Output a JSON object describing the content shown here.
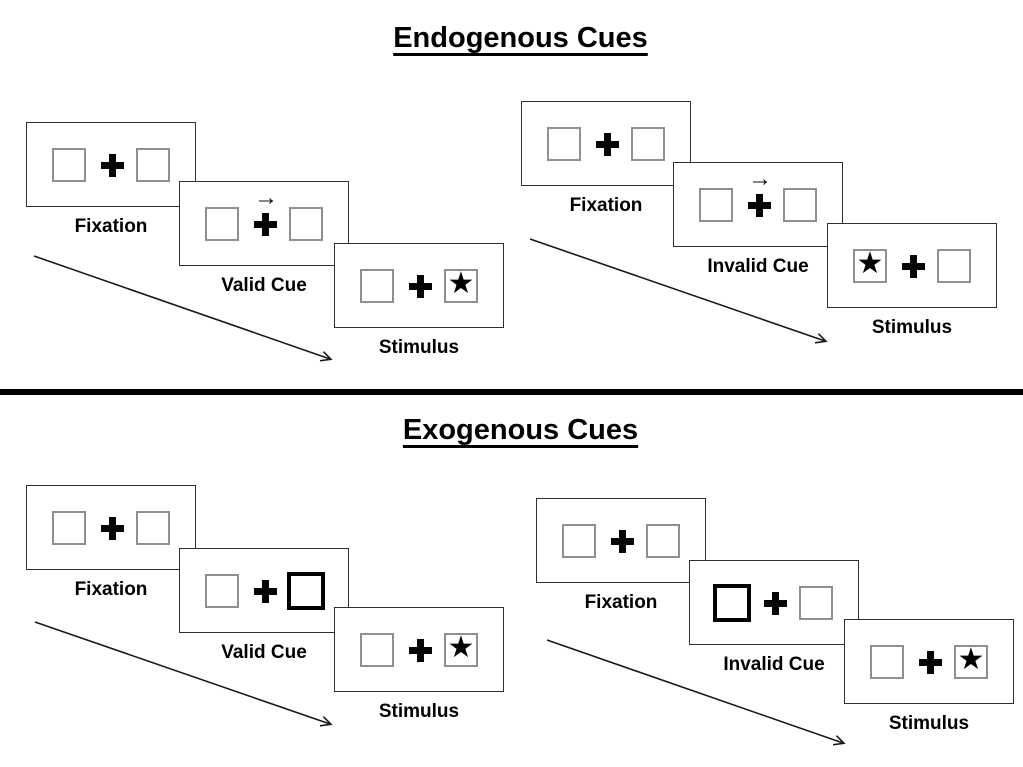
{
  "figure": {
    "description": "Posner spatial cueing paradigm schematic with endogenous and exogenous cue trial sequences",
    "background": "#ffffff"
  },
  "colors": {
    "ink": "#000000",
    "panel_border": "#2f2f2f",
    "placeholder_border": "#8f8f8f",
    "cue_highlight_border": "#000000"
  },
  "icons": {
    "star": "★",
    "cue_arrow": "→",
    "fixation_cross": "plus-cross",
    "timeline_arrow": "diagonal-arrow"
  },
  "sections": [
    {
      "title": "Endogenous Cues",
      "trials": [
        {
          "type": "valid",
          "cue_style": "central-arrow",
          "cue_direction": "right",
          "stimulus_side": "right",
          "frames": [
            {
              "label": "Fixation"
            },
            {
              "label": "Valid Cue"
            },
            {
              "label": "Stimulus"
            }
          ]
        },
        {
          "type": "invalid",
          "cue_style": "central-arrow",
          "cue_direction": "right",
          "stimulus_side": "left",
          "frames": [
            {
              "label": "Fixation"
            },
            {
              "label": "Invalid Cue"
            },
            {
              "label": "Stimulus"
            }
          ]
        }
      ]
    },
    {
      "title": "Exogenous Cues",
      "trials": [
        {
          "type": "valid",
          "cue_style": "peripheral-box-highlight",
          "cue_side": "right",
          "stimulus_side": "right",
          "frames": [
            {
              "label": "Fixation"
            },
            {
              "label": "Valid Cue"
            },
            {
              "label": "Stimulus"
            }
          ]
        },
        {
          "type": "invalid",
          "cue_style": "peripheral-box-highlight",
          "cue_side": "left",
          "stimulus_side": "right",
          "frames": [
            {
              "label": "Fixation"
            },
            {
              "label": "Invalid Cue"
            },
            {
              "label": "Stimulus"
            }
          ]
        }
      ]
    }
  ]
}
